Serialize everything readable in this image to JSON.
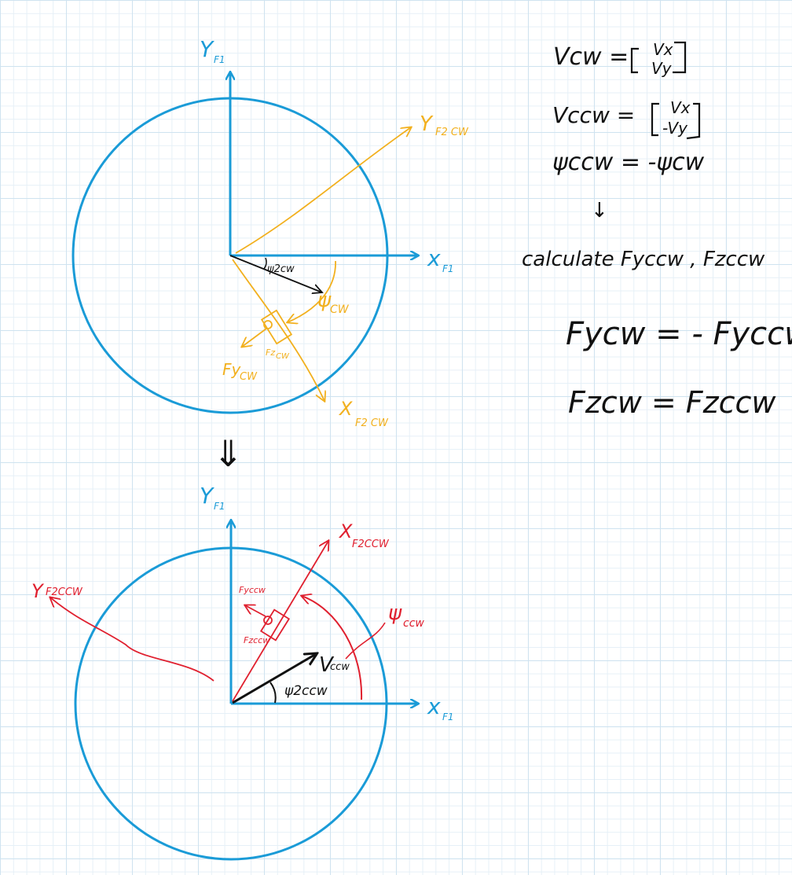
{
  "colors": {
    "circle": "#1a9bd7",
    "cw": "#f2b01e",
    "ccw": "#e0202f",
    "ink": "#111111",
    "grid": "#cfe3f0"
  },
  "top_diagram": {
    "y_axis_label": "Y",
    "y_axis_sub": "F1",
    "x_axis_label": "x",
    "x_axis_sub": "F1",
    "y_f2_label": "Y",
    "y_f2_sub": "F2 CW",
    "x_f2_label": "X",
    "x_f2_sub": "F2 CW",
    "psi2_label": "ψ2cw",
    "psi_label": "ψ",
    "psi_sub": "CW",
    "fy_label": "Fy",
    "fy_sub": "CW",
    "fz_label": "Fz",
    "fz_sub": "CW"
  },
  "arrow_symbol": "⇓",
  "bottom_diagram": {
    "y_axis_label": "Y",
    "y_axis_sub": "F1",
    "x_axis_label": "x",
    "x_axis_sub": "F1",
    "x_f2_label": "X",
    "x_f2_sub": "F2CCW",
    "y_f2_label": "Y",
    "y_f2_sub": "F2CCW",
    "fy_label": "Fyccw",
    "fz_label": "Fzccw",
    "v_label": "V",
    "v_sub": "ccw",
    "psi2_label": "ψ2ccw",
    "psi_label": "ψ",
    "psi_sub": "ccw"
  },
  "equations": {
    "vcw_lhs": "Vcw =",
    "vcw_top": "Vx",
    "vcw_bottom": "Vy",
    "vccw_lhs": "Vccw =",
    "vccw_top": "Vx",
    "vccw_bottom": "-Vy",
    "psi_eq": "ψccw = -ψcw",
    "down_arrow": "↓",
    "calc_text": "calculate Fyccw , Fzccw",
    "fy_eq": "Fycw = - Fyccw",
    "fz_eq": "Fzcw = Fzccw"
  }
}
